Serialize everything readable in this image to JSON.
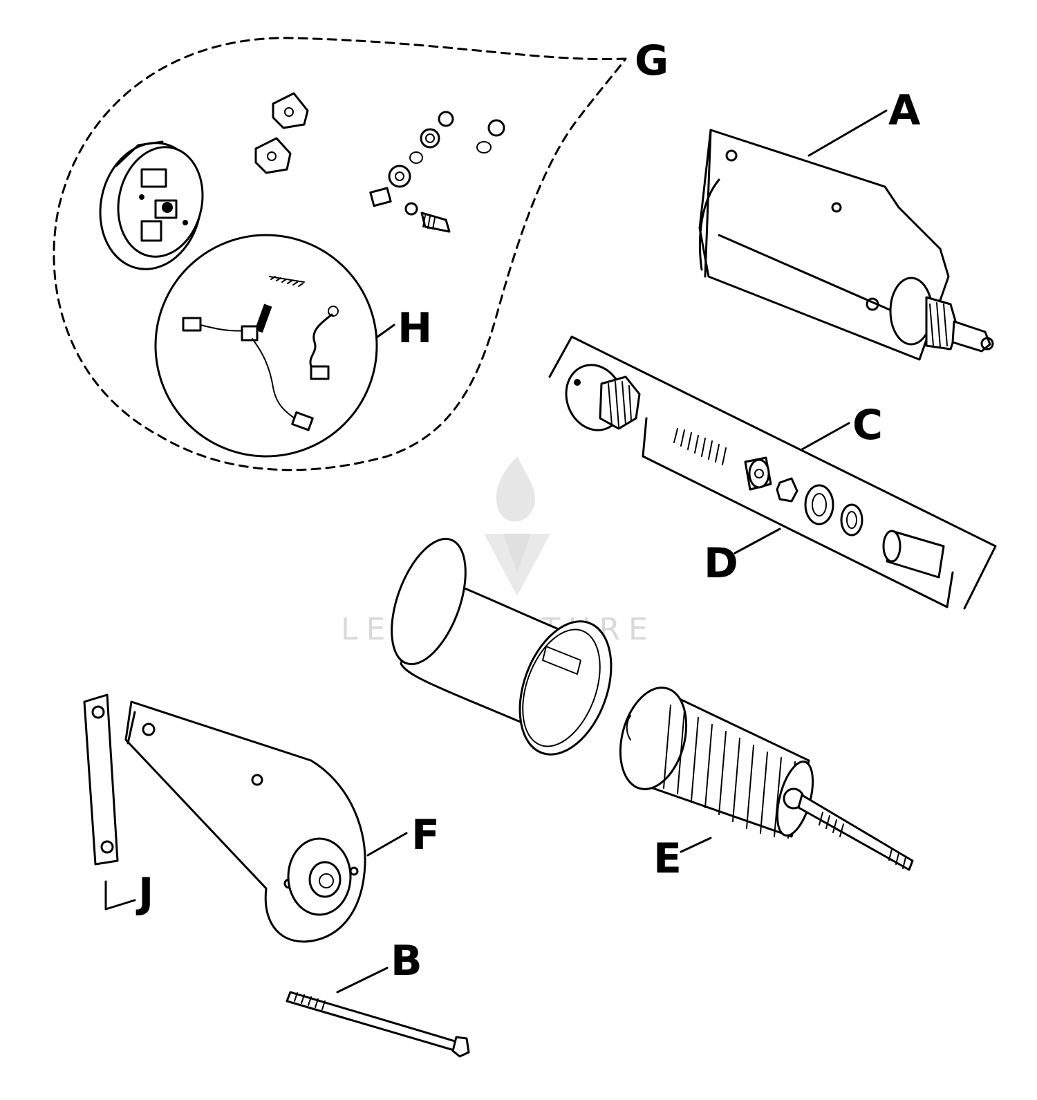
{
  "callouts": {
    "A": "A",
    "B": "B",
    "C": "C",
    "D": "D",
    "E": "E",
    "F": "F",
    "G": "G",
    "H": "H",
    "J": "J"
  },
  "watermark": {
    "text": "LEADVENTURE"
  },
  "colors": {
    "ink": "#000000",
    "background": "#ffffff",
    "watermark": "#d9d9d9"
  }
}
